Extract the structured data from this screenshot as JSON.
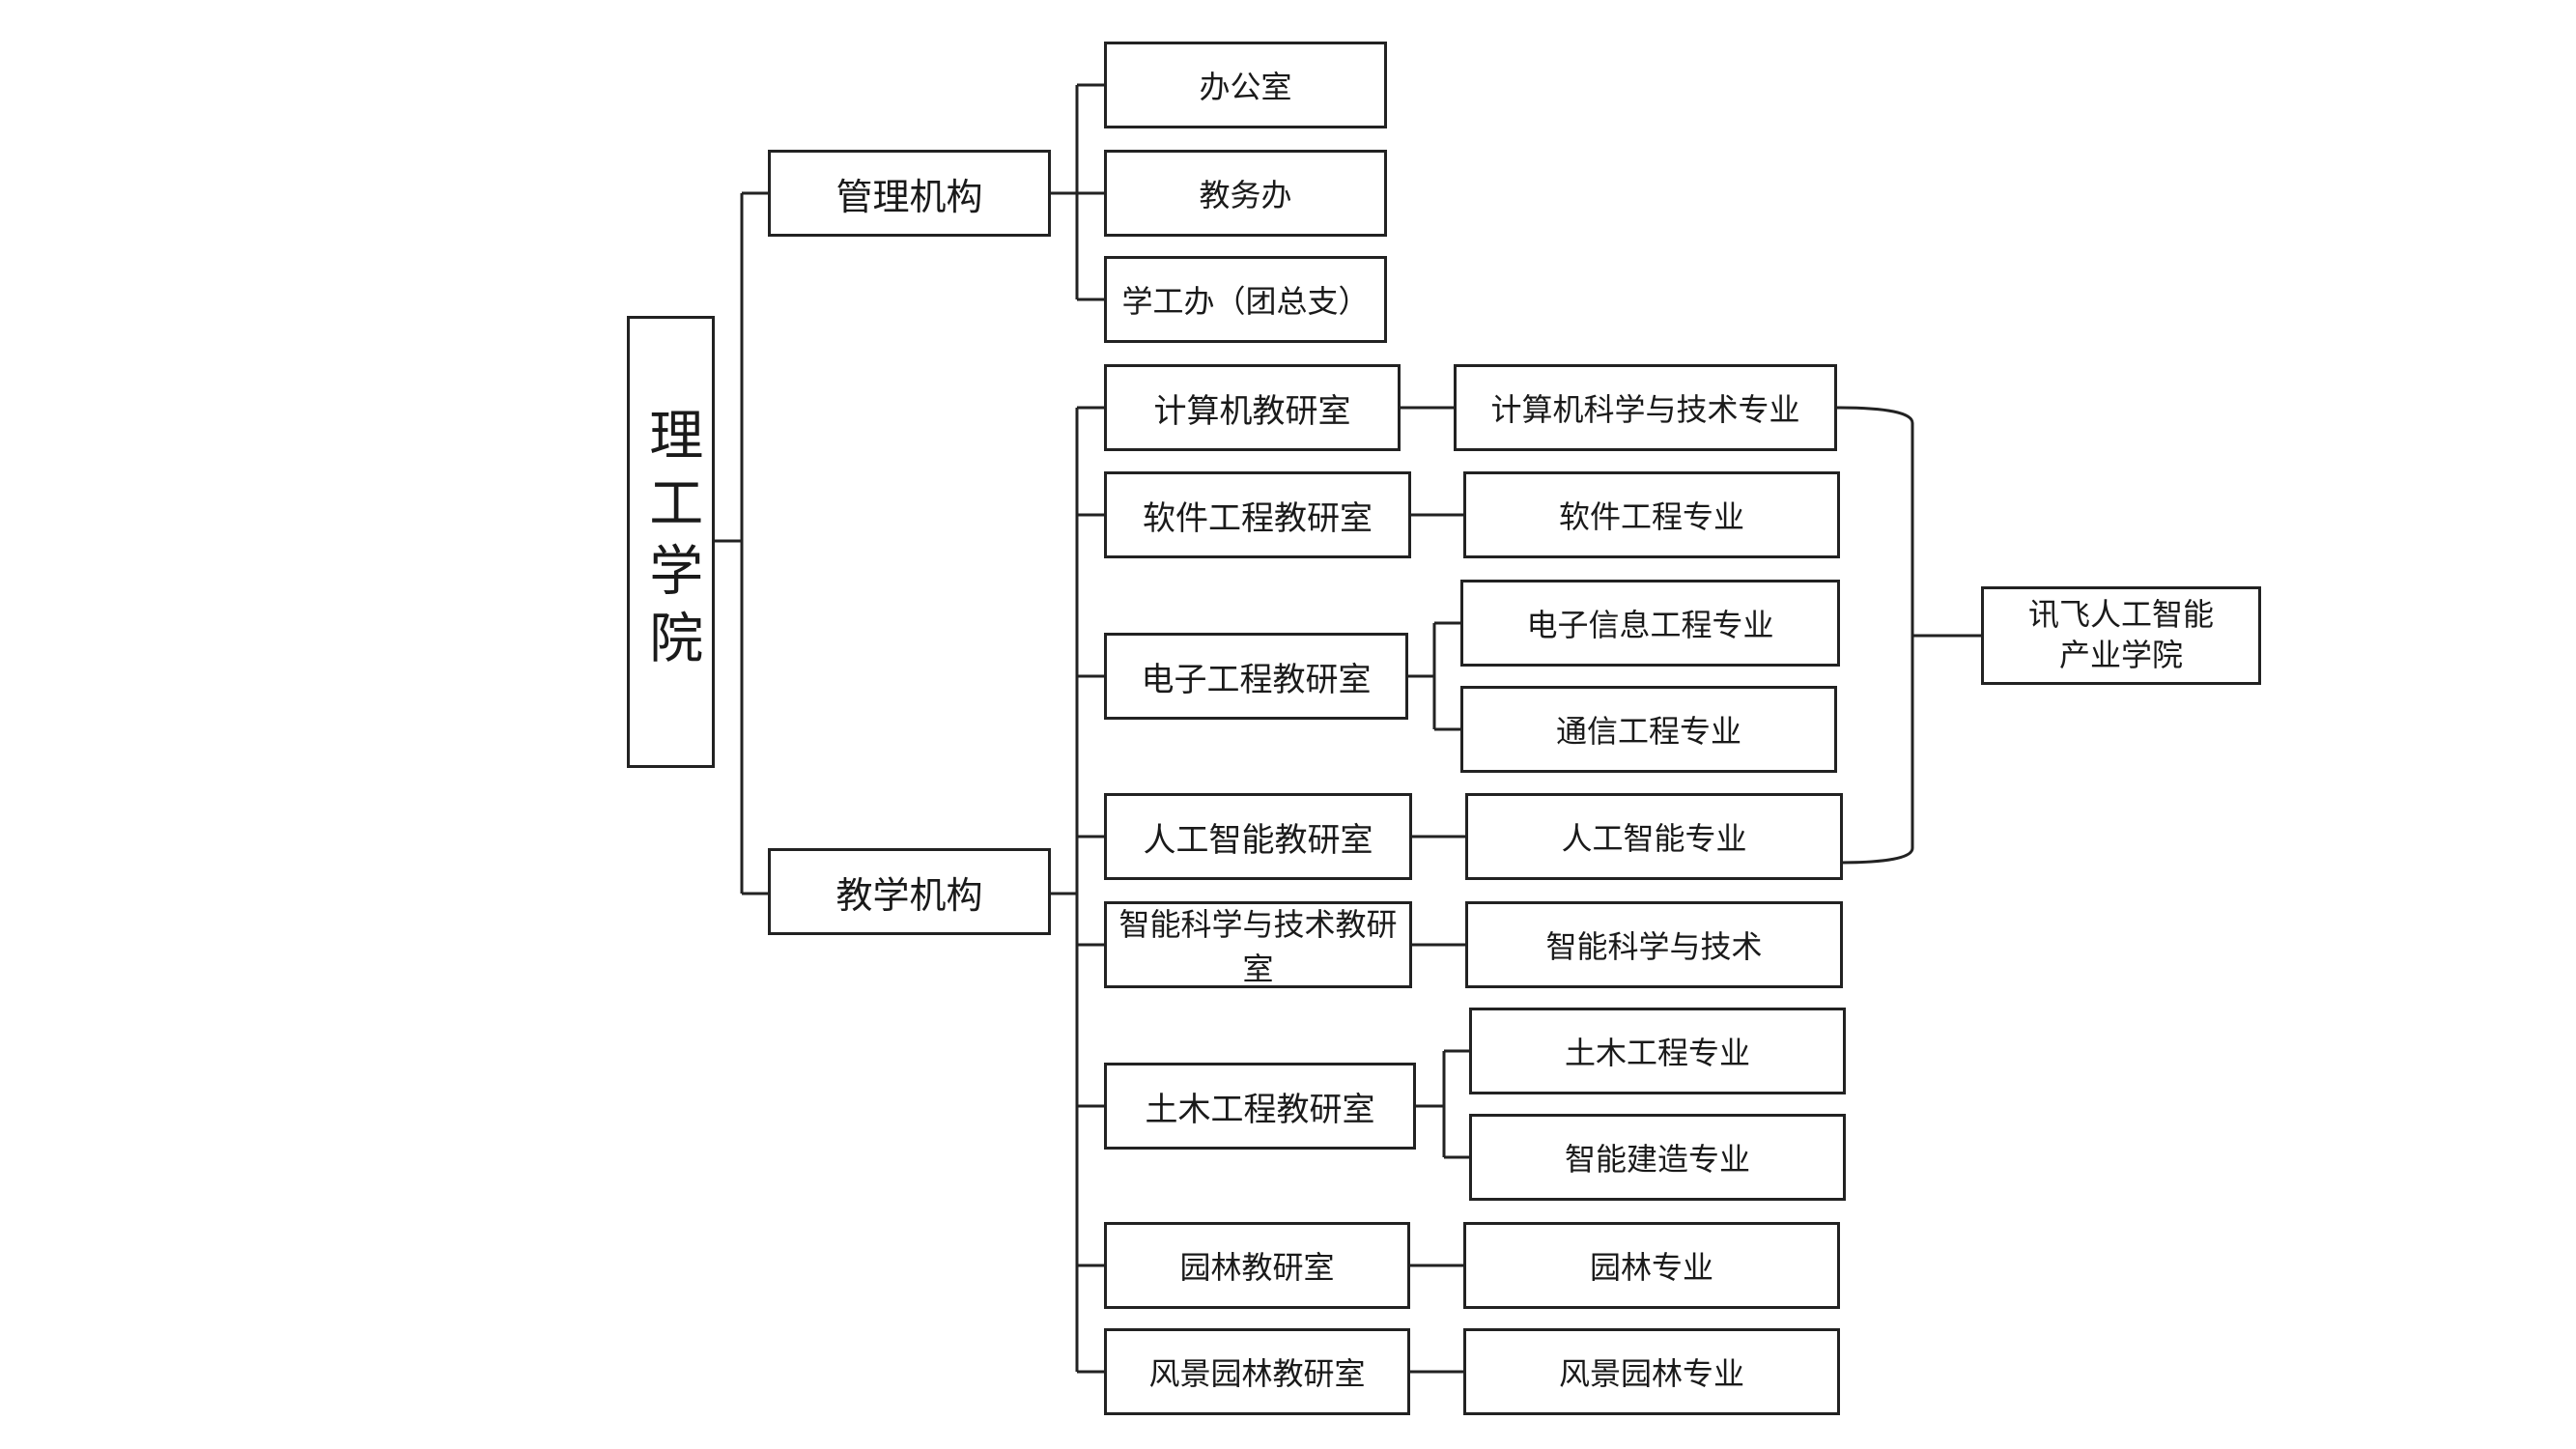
{
  "root": "理工学院",
  "management": {
    "label": "管理机构",
    "offices": [
      "办公室",
      "教务办",
      "学工办（团总支）"
    ]
  },
  "teaching": {
    "label": "教学机构",
    "departments": [
      {
        "label": "计算机教研室",
        "majors": [
          "计算机科学与技术专业"
        ]
      },
      {
        "label": "软件工程教研室",
        "majors": [
          "软件工程专业"
        ]
      },
      {
        "label": "电子工程教研室",
        "majors": [
          "电子信息工程专业",
          "通信工程专业"
        ]
      },
      {
        "label": "人工智能教研室",
        "majors": [
          "人工智能专业"
        ]
      },
      {
        "label": "智能科学与技术教研室",
        "majors": [
          "智能科学与技术"
        ]
      },
      {
        "label": "土木工程教研室",
        "majors": [
          "土木工程专业",
          "智能建造专业"
        ]
      },
      {
        "label": "园林教研室",
        "majors": [
          "园林专业"
        ]
      },
      {
        "label": "风景园林教研室",
        "majors": [
          "风景园林专业"
        ]
      }
    ]
  },
  "industry_college": "讯飞人工智能\n产业学院"
}
